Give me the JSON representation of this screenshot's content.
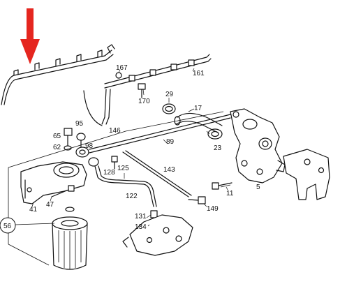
{
  "labels": {
    "l1": "167",
    "l2": "161",
    "l3": "170",
    "l4": "29",
    "l5": "17",
    "l6": "95",
    "l7": "146",
    "l8": "65",
    "l9": "62",
    "l10": "98",
    "l11": "89",
    "l12": "23",
    "l13": "125",
    "l14": "128",
    "l15": "143",
    "l16": "122",
    "l17": "47",
    "l18": "41",
    "l19": "56",
    "l20": "11",
    "l21": "5",
    "l22": "149",
    "l23": "131",
    "l24": "134"
  },
  "colors": {
    "arrow": "#e5261f",
    "line": "#111111"
  },
  "icons": {
    "arrow": "down-arrow-icon"
  }
}
